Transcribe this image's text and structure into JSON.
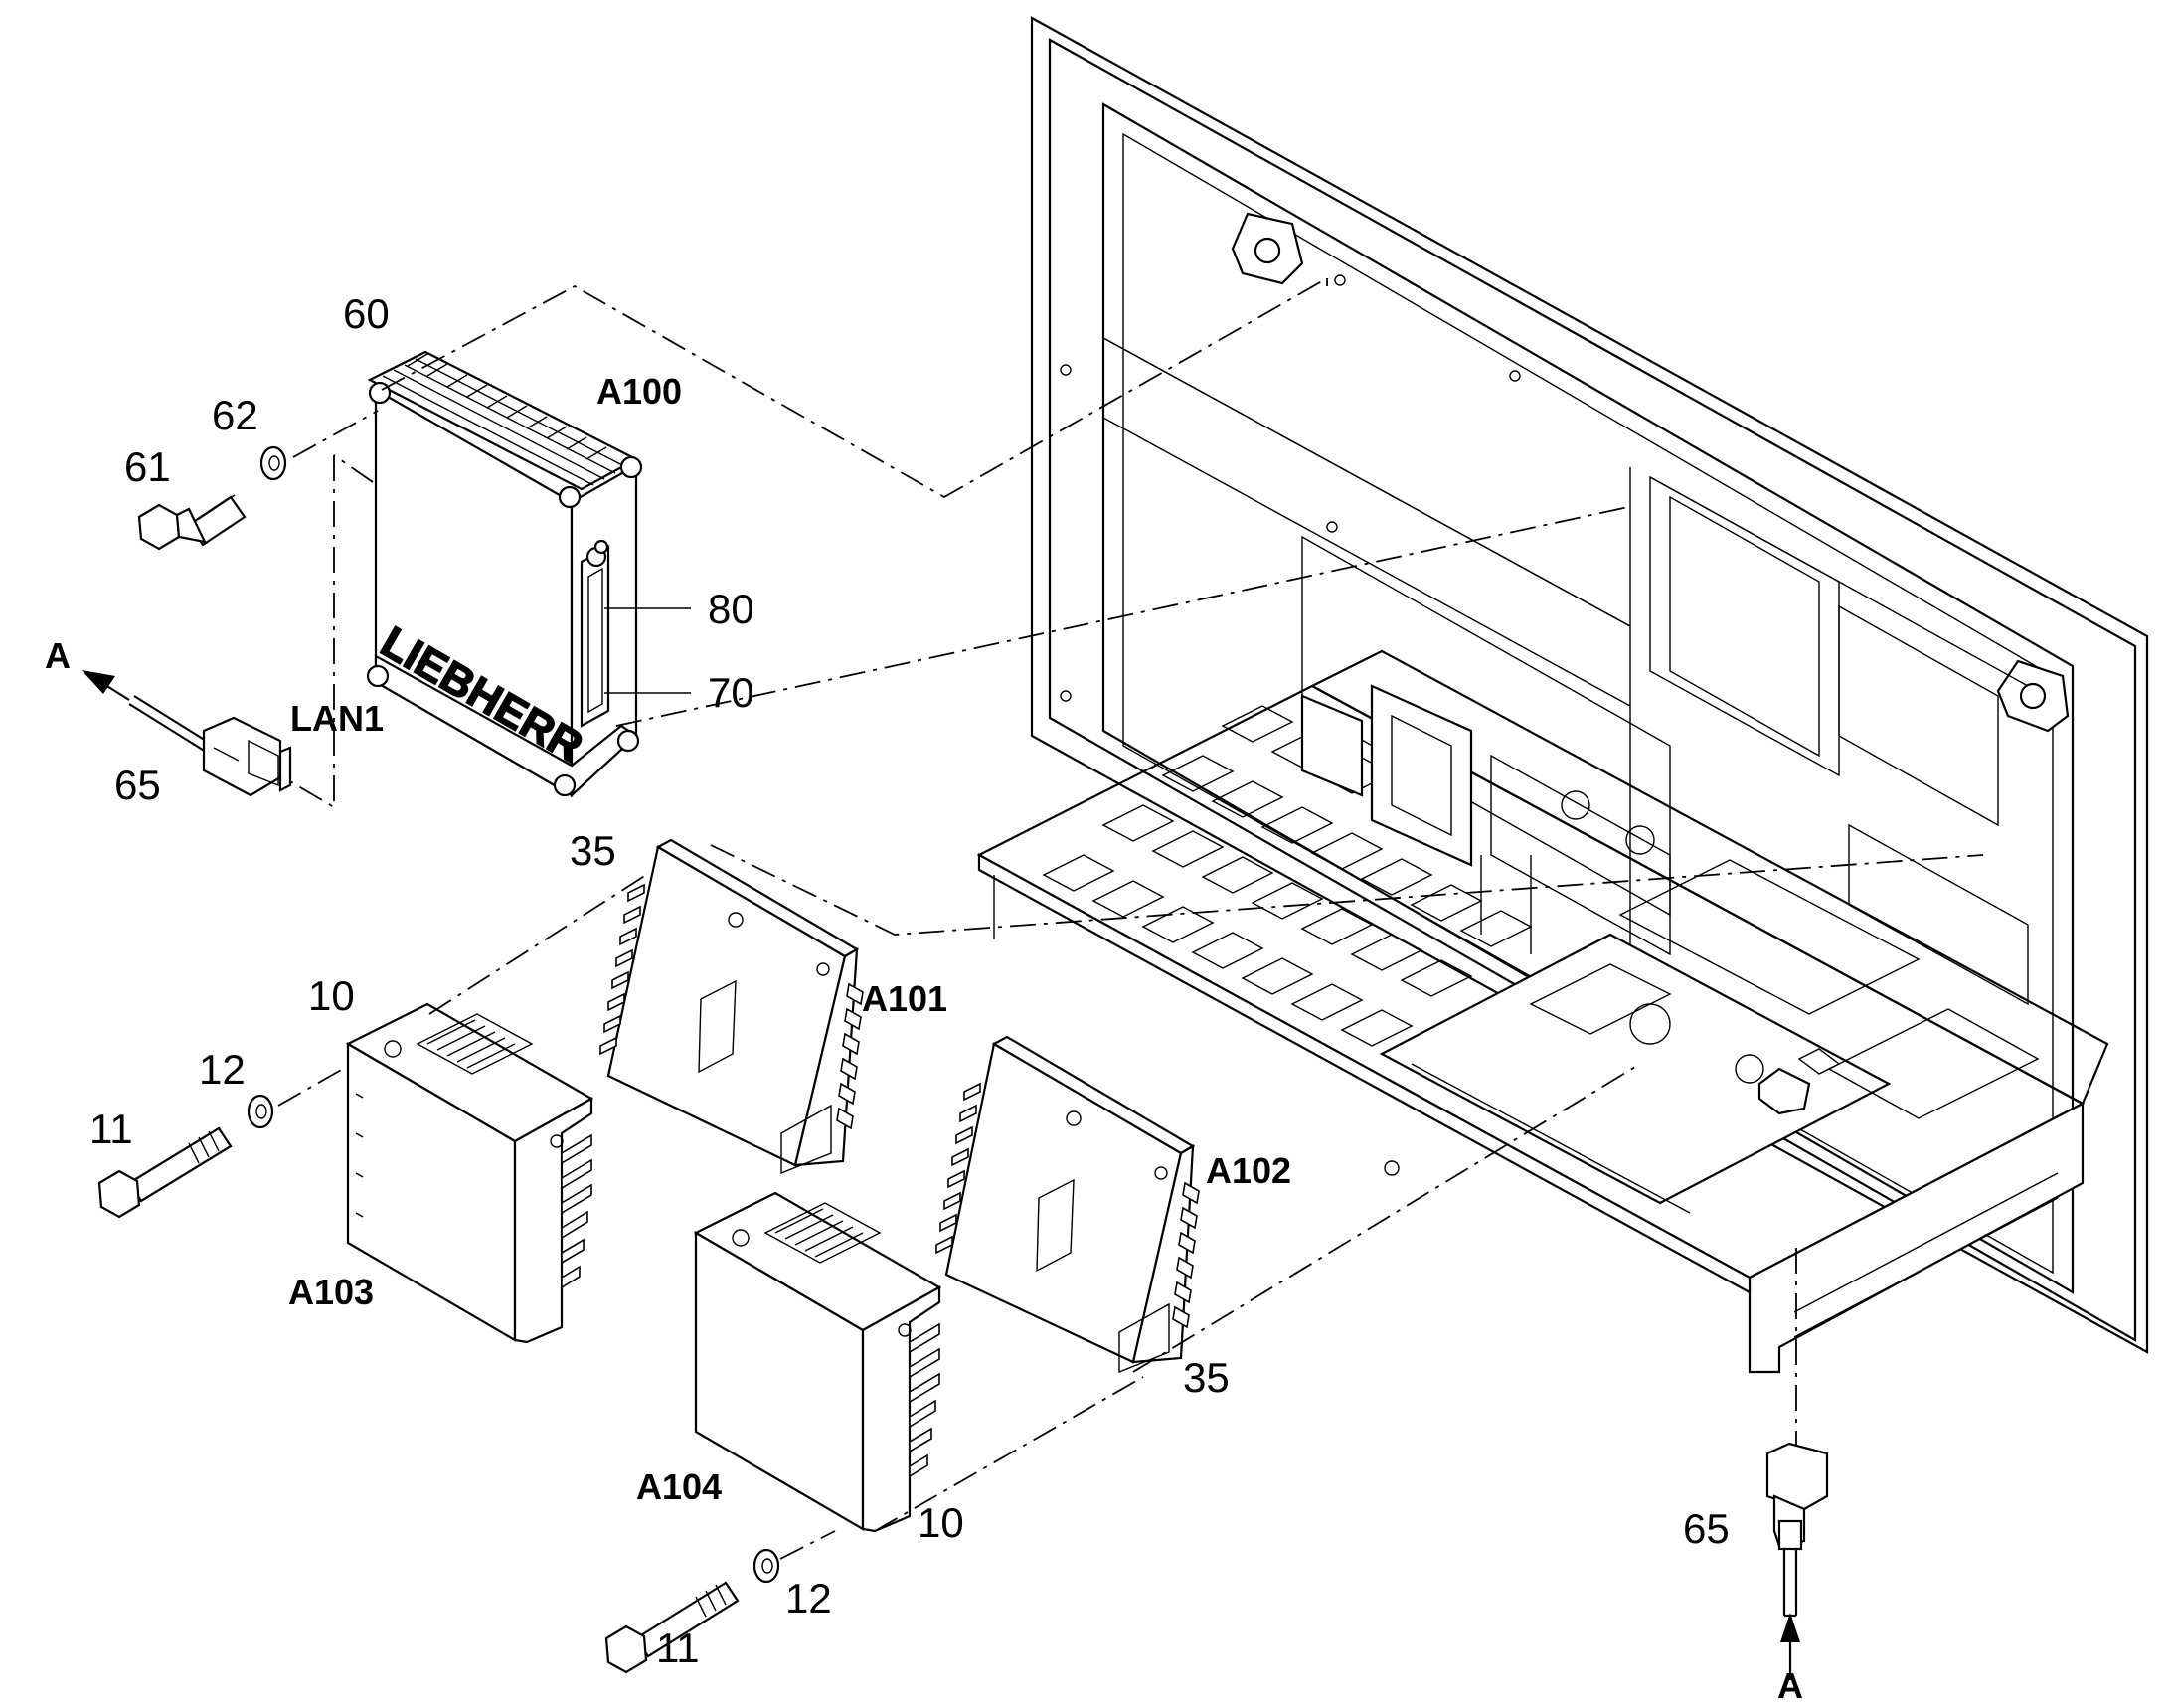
{
  "diagram": {
    "brand_text": "LIEBHERR",
    "callouts": {
      "item_60": "60",
      "item_62": "62",
      "item_61": "61",
      "item_80": "80",
      "item_70": "70",
      "item_65_left": "65",
      "item_35_top": "35",
      "item_10_left": "10",
      "item_12_left": "12",
      "item_11_left": "11",
      "item_35_right": "35",
      "item_10_right": "10",
      "item_12_right": "12",
      "item_11_right": "11",
      "item_65_right": "65"
    },
    "references": {
      "a100": "A100",
      "a101": "A101",
      "a102": "A102",
      "a103": "A103",
      "a104": "A104",
      "lan1": "LAN1",
      "arrow_a_left": "A",
      "arrow_a_bottom": "A"
    }
  }
}
